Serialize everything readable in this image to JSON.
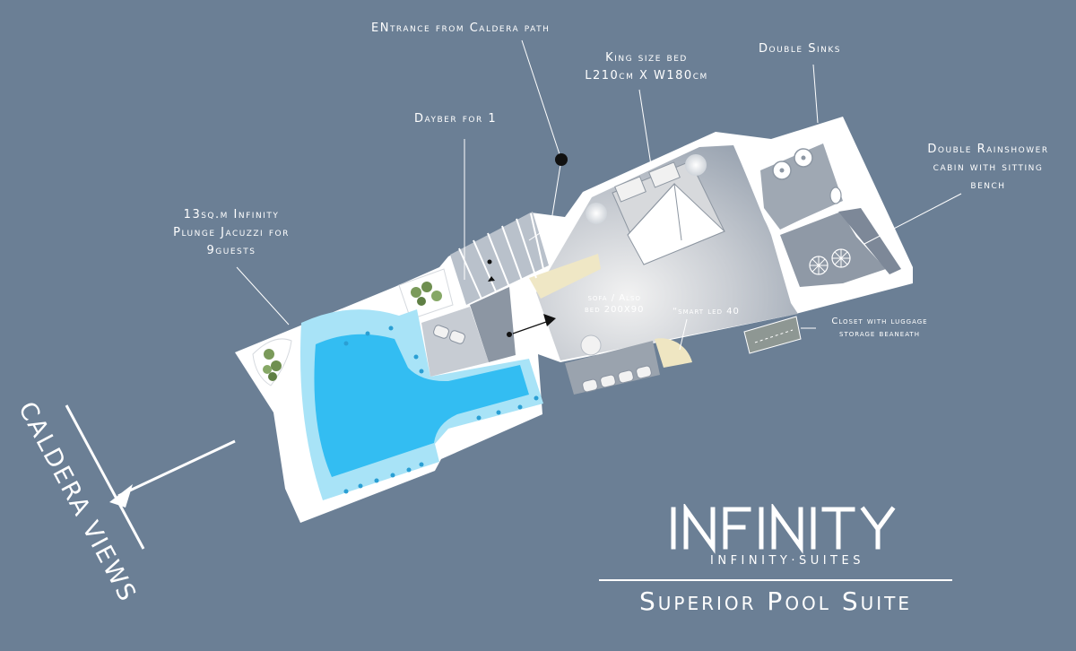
{
  "labels": {
    "entrance": "ENtrance from Caldera path",
    "king_bed_line1": "King size bed",
    "king_bed_line2": "L210cm X W180cm",
    "double_sinks": "Double Sinks",
    "daybed": "Dayber for 1",
    "rainshower_line1": "Double Rainshower",
    "rainshower_line2": "cabin with sitting",
    "rainshower_line3": "bench",
    "jacuzzi_line1": "13sq.m Infinity",
    "jacuzzi_line2": "Plunge Jacuzzi for",
    "jacuzzi_line3": "9guests",
    "sofa_line1": "sofa / Also",
    "sofa_line2": "bed 200X90",
    "smart_led": "“smart led 40",
    "closet_line1": "Closet with luggage",
    "closet_line2": "storage beaneath",
    "caldera_views": "CALDERA VIEWS"
  },
  "brand": {
    "logo_text": "INFINITY",
    "logo_sub": "INFINITY·SUITES",
    "suite_title": "Superior Pool Suite"
  },
  "colors": {
    "background": "#6b7f95",
    "wall": "#ffffff",
    "floor": "#a9b3bf",
    "pool": "#33bdf2",
    "pool_edge": "#9fe0f7",
    "text": "#ffffff"
  }
}
